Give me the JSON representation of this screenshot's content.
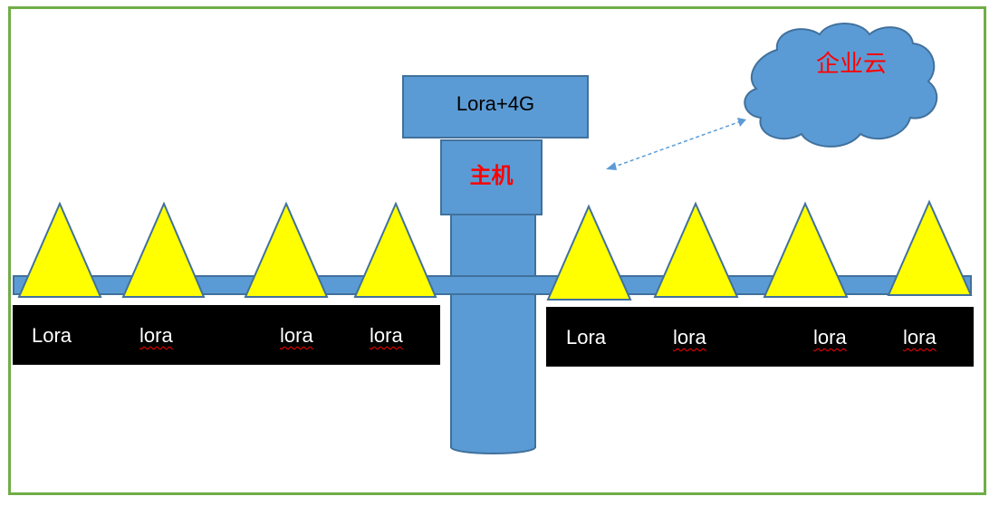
{
  "diagram": {
    "gateway_label": "Lora+4G",
    "host_label": "主机",
    "cloud_label": "企业云",
    "left_nodes": [
      "Lora",
      "lora",
      "lora",
      "lora"
    ],
    "right_nodes": [
      "Lora",
      "lora",
      "lora",
      "lora"
    ]
  },
  "colors": {
    "border": "#70ad47",
    "blue": "#5b9bd5",
    "blue_stroke": "#41719c",
    "triangle": "#ffff00",
    "label_bg": "#000000",
    "accent_text": "#ff0000"
  }
}
